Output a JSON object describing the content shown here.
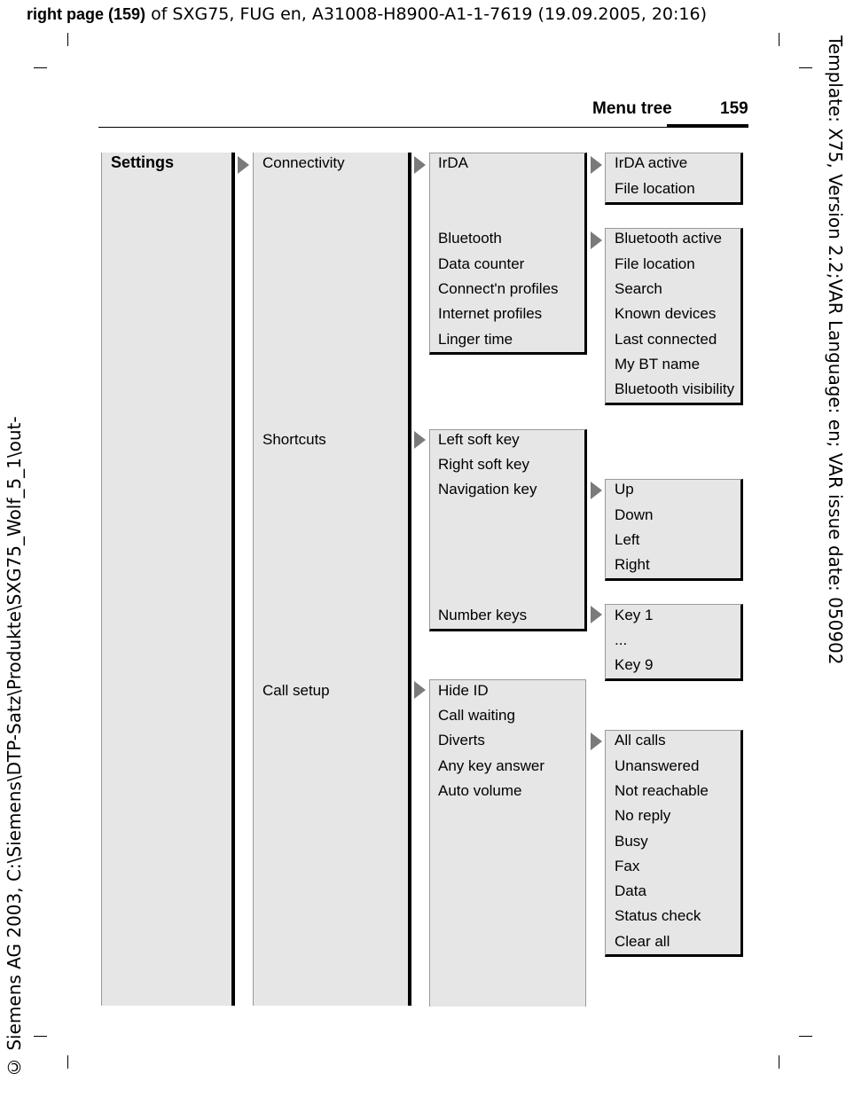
{
  "meta": {
    "header_bold": "right page (159)",
    "header_rest": " of SXG75, FUG en, A31008-H8900-A1-1-7619 (19.09.2005, 20:16)",
    "side_right": "Template: X75, Version 2.2;VAR Language: en; VAR issue date: 050902",
    "side_left": "© Siemens AG 2003, C:\\Siemens\\DTP-Satz\\Produkte\\SXG75_Wolf_5_1\\out-"
  },
  "page": {
    "title": "Menu tree",
    "number": "159"
  },
  "tree": {
    "root": "Settings",
    "level1": [
      "Connectivity",
      "Shortcuts",
      "Call setup"
    ],
    "connectivity": [
      "IrDA",
      "Bluetooth",
      "Data counter",
      "Connect'n profiles",
      "Internet profiles",
      "Linger time"
    ],
    "irda": [
      "IrDA active",
      "File location"
    ],
    "bluetooth": [
      "Bluetooth active",
      "File location",
      "Search",
      "Known devices",
      "Last connected",
      "My BT name",
      "Bluetooth visibility"
    ],
    "shortcuts": [
      "Left soft key",
      "Right soft key",
      "Navigation key",
      "Number keys"
    ],
    "navigation": [
      "Up",
      "Down",
      "Left",
      "Right"
    ],
    "number_keys": [
      "Key 1",
      "...",
      "Key 9"
    ],
    "call_setup": [
      "Hide ID",
      "Call waiting",
      "Diverts",
      "Any key answer",
      "Auto volume"
    ],
    "diverts": [
      "All calls",
      "Unanswered",
      "Not reachable",
      "No reply",
      "Busy",
      "Fax",
      "Data",
      "Status check",
      "Clear all"
    ]
  }
}
